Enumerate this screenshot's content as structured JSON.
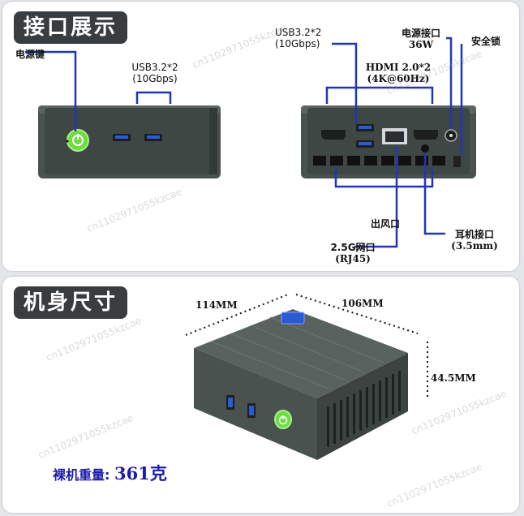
{
  "sections": {
    "ports_title": "接口展示",
    "size_title": "机身尺寸"
  },
  "front": {
    "power_key": "电源键",
    "usb_label_1": "USB3.2*2",
    "usb_label_2": "(10Gbps)"
  },
  "rear": {
    "usb_label_1": "USB3.2*2",
    "usb_label_2": "(10Gbps)",
    "power_port_1": "电源接口",
    "power_port_2": "36W",
    "security_lock": "安全锁",
    "hdmi_1": "HDMI 2.0*2",
    "hdmi_2": "(4K@60Hz)",
    "vent": "出风口",
    "lan_1": "2.5G网口",
    "lan_2": "(RJ45)",
    "headphone_1": "耳机接口",
    "headphone_2": "(3.5mm)"
  },
  "dimensions": {
    "length": "114MM",
    "width": "106MM",
    "height": "44.5MM"
  },
  "weight": {
    "label": "裸机重量:",
    "value": "361克"
  },
  "watermark": "cn1102971055kzcae",
  "colors": {
    "annotation_line": "#2036b8",
    "title_bg": "#3a3d40",
    "device_body": "#4a5250",
    "power_led": "#6ddc3e",
    "usb_blue": "#2a5ad6",
    "weight_text": "#1c1ca8"
  }
}
